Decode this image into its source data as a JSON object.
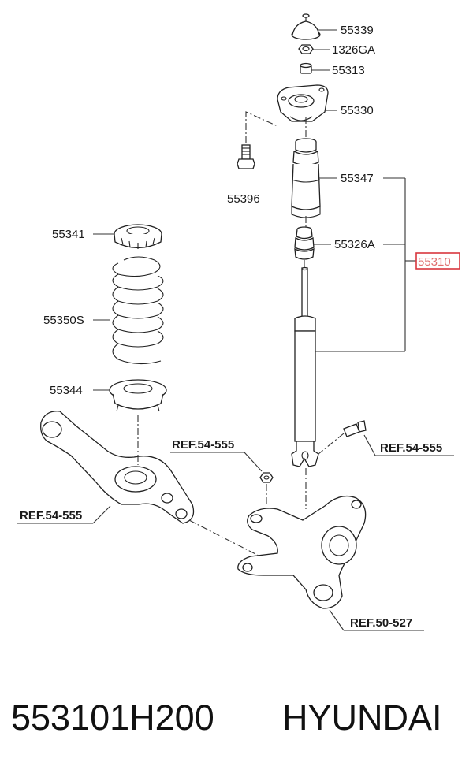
{
  "parts": {
    "p55339": "55339",
    "p1326GA": "1326GA",
    "p55313": "55313",
    "p55330": "55330",
    "p55396": "55396",
    "p55347": "55347",
    "p55326A": "55326A",
    "p55310": "55310",
    "p55341": "55341",
    "p55350S": "55350S",
    "p55344": "55344"
  },
  "refs": {
    "ref_bolt_top": "REF.54-555",
    "ref_bolt_right": "REF.54-555",
    "ref_arm": "REF.54-555",
    "ref_knuckle": "REF.50-527"
  },
  "caption": {
    "part_number": "553101H200",
    "brand": "HYUNDAI"
  },
  "colors": {
    "highlight": "#d9363e",
    "line": "#333333"
  }
}
